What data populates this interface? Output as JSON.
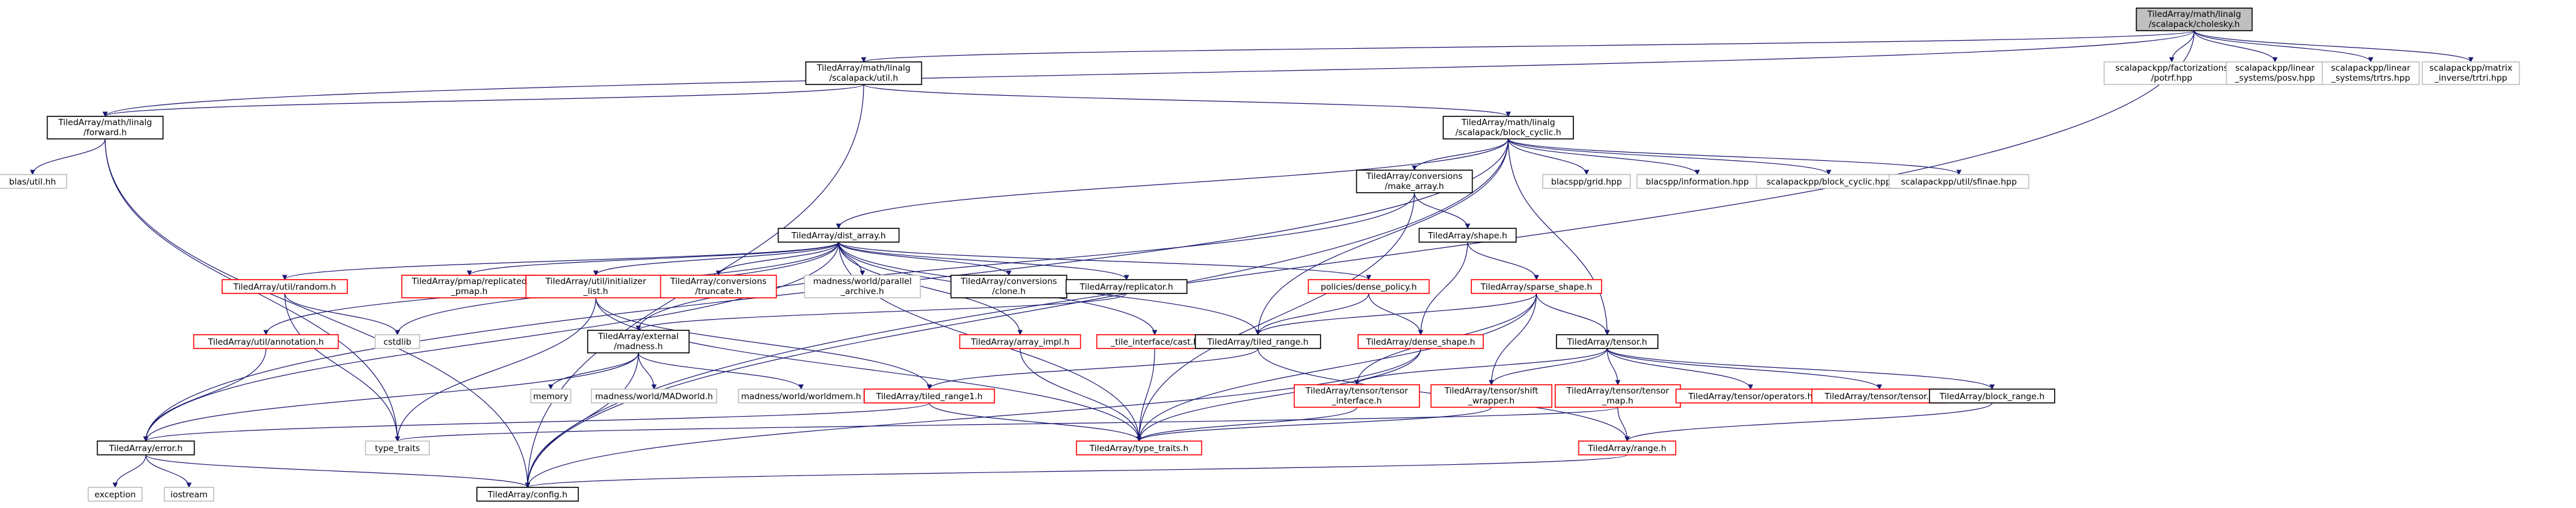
{
  "colors": {
    "edge": "#191970",
    "root_fill": "#bfbfbf",
    "documented_border": "#000000",
    "truncated_border": "#ff0000",
    "external_border": "#bfbfbf"
  },
  "nodes": {
    "cholesky": {
      "lines": [
        "TiledArray/math/linalg",
        "/scalapack/cholesky.h"
      ],
      "kind": "root"
    },
    "util": {
      "lines": [
        "TiledArray/math/linalg",
        "/scalapack/util.h"
      ],
      "kind": "black"
    },
    "forward": {
      "lines": [
        "TiledArray/math/linalg",
        "/forward.h"
      ],
      "kind": "black"
    },
    "block_cyclic": {
      "lines": [
        "TiledArray/math/linalg",
        "/scalapack/block_cyclic.h"
      ],
      "kind": "black"
    },
    "potrf": {
      "lines": [
        "scalapackpp/factorizations",
        "/potrf.hpp"
      ],
      "kind": "grey"
    },
    "posv": {
      "lines": [
        "scalapackpp/linear",
        "_systems/posv.hpp"
      ],
      "kind": "grey"
    },
    "trtrs": {
      "lines": [
        "scalapackpp/linear",
        "_systems/trtrs.hpp"
      ],
      "kind": "grey"
    },
    "trtri": {
      "lines": [
        "scalapackpp/matrix",
        "_inverse/trtri.hpp"
      ],
      "kind": "grey"
    },
    "blas_util": {
      "lines": [
        "blas/util.hh"
      ],
      "kind": "grey"
    },
    "make_array": {
      "lines": [
        "TiledArray/conversions",
        "/make_array.h"
      ],
      "kind": "black"
    },
    "blacspp_grid": {
      "lines": [
        "blacspp/grid.hpp"
      ],
      "kind": "grey"
    },
    "blacspp_info": {
      "lines": [
        "blacspp/information.hpp"
      ],
      "kind": "grey"
    },
    "sp_block_cyclic": {
      "lines": [
        "scalapackpp/block_cyclic.hpp"
      ],
      "kind": "grey"
    },
    "sp_cxxblacs": {
      "lines": [
        "scalapackpp/util/sfinae.hpp"
      ],
      "kind": "grey"
    },
    "dist_array": {
      "lines": [
        "TiledArray/dist_array.h"
      ],
      "kind": "black"
    },
    "shape": {
      "lines": [
        "TiledArray/shape.h"
      ],
      "kind": "black"
    },
    "util_random": {
      "lines": [
        "TiledArray/util/random.h"
      ],
      "kind": "red"
    },
    "pmap_replicated": {
      "lines": [
        "TiledArray/pmap/replicated",
        "_pmap.h"
      ],
      "kind": "red"
    },
    "initializer_list": {
      "lines": [
        "TiledArray/util/initializer",
        "_list.h"
      ],
      "kind": "red"
    },
    "conv_truncate": {
      "lines": [
        "TiledArray/conversions",
        "/truncate.h"
      ],
      "kind": "red"
    },
    "parallel_archive": {
      "lines": [
        "madness/world/parallel",
        "_archive.h"
      ],
      "kind": "grey"
    },
    "conv_clone": {
      "lines": [
        "TiledArray/conversions",
        "/clone.h"
      ],
      "kind": "black"
    },
    "replicator": {
      "lines": [
        "TiledArray/replicator.h"
      ],
      "kind": "black"
    },
    "dense_policy": {
      "lines": [
        "policies/dense_policy.h"
      ],
      "kind": "red"
    },
    "sparse_shape": {
      "lines": [
        "TiledArray/sparse_shape.h"
      ],
      "kind": "red"
    },
    "cstdlib": {
      "lines": [
        "cstdlib"
      ],
      "kind": "grey"
    },
    "annotation": {
      "lines": [
        "TiledArray/util/annotation.h"
      ],
      "kind": "red"
    },
    "ext_madness": {
      "lines": [
        "TiledArray/external",
        "/madness.h"
      ],
      "kind": "black"
    },
    "array_impl": {
      "lines": [
        "TiledArray/array_impl.h"
      ],
      "kind": "red"
    },
    "tile_interface_cast": {
      "lines": [
        "_tile_interface/cast.h"
      ],
      "kind": "red"
    },
    "tiled_range": {
      "lines": [
        "TiledArray/tiled_range.h"
      ],
      "kind": "black"
    },
    "dense_shape": {
      "lines": [
        "TiledArray/dense_shape.h"
      ],
      "kind": "red"
    },
    "tensor": {
      "lines": [
        "TiledArray/tensor.h"
      ],
      "kind": "black"
    },
    "memory": {
      "lines": [
        "memory"
      ],
      "kind": "grey"
    },
    "madworld": {
      "lines": [
        "madness/world/MADworld.h"
      ],
      "kind": "grey"
    },
    "worldmem": {
      "lines": [
        "madness/world/worldmem.h"
      ],
      "kind": "grey"
    },
    "tiled_range1": {
      "lines": [
        "TiledArray/tiled_range1.h"
      ],
      "kind": "red"
    },
    "tensor_interface": {
      "lines": [
        "TiledArray/tensor/tensor",
        "_interface.h"
      ],
      "kind": "red"
    },
    "tensor_shift": {
      "lines": [
        "TiledArray/tensor/shift",
        "_wrapper.h"
      ],
      "kind": "red"
    },
    "tensor_map": {
      "lines": [
        "TiledArray/tensor/tensor",
        "_map.h"
      ],
      "kind": "red"
    },
    "tensor_operators": {
      "lines": [
        "TiledArray/tensor/operators.h"
      ],
      "kind": "red"
    },
    "tensor_tensor": {
      "lines": [
        "TiledArray/tensor/tensor.h"
      ],
      "kind": "red"
    },
    "block_range": {
      "lines": [
        "TiledArray/block_range.h"
      ],
      "kind": "black"
    },
    "error": {
      "lines": [
        "TiledArray/error.h"
      ],
      "kind": "black"
    },
    "type_traits_std": {
      "lines": [
        "type_traits"
      ],
      "kind": "grey"
    },
    "ta_type_traits": {
      "lines": [
        "TiledArray/type_traits.h"
      ],
      "kind": "red"
    },
    "range": {
      "lines": [
        "TiledArray/range.h"
      ],
      "kind": "red"
    },
    "exception": {
      "lines": [
        "exception"
      ],
      "kind": "grey"
    },
    "iostream": {
      "lines": [
        "iostream"
      ],
      "kind": "grey"
    },
    "config": {
      "lines": [
        "TiledArray/config.h"
      ],
      "kind": "black"
    }
  },
  "edges": [
    [
      "cholesky",
      "util"
    ],
    [
      "cholesky",
      "forward"
    ],
    [
      "cholesky",
      "potrf"
    ],
    [
      "cholesky",
      "posv"
    ],
    [
      "cholesky",
      "trtrs"
    ],
    [
      "cholesky",
      "trtri"
    ],
    [
      "cholesky",
      "config"
    ],
    [
      "util",
      "forward"
    ],
    [
      "util",
      "block_cyclic"
    ],
    [
      "util",
      "config"
    ],
    [
      "forward",
      "blas_util"
    ],
    [
      "forward",
      "type_traits_std"
    ],
    [
      "forward",
      "config"
    ],
    [
      "block_cyclic",
      "dist_array"
    ],
    [
      "block_cyclic",
      "make_array"
    ],
    [
      "block_cyclic",
      "tiled_range"
    ],
    [
      "block_cyclic",
      "tensor"
    ],
    [
      "block_cyclic",
      "error"
    ],
    [
      "block_cyclic",
      "blacspp_grid"
    ],
    [
      "block_cyclic",
      "blacspp_info"
    ],
    [
      "block_cyclic",
      "sp_block_cyclic"
    ],
    [
      "block_cyclic",
      "sp_cxxblacs"
    ],
    [
      "block_cyclic",
      "config"
    ],
    [
      "make_array",
      "shape"
    ],
    [
      "make_array",
      "ext_madness"
    ],
    [
      "make_array",
      "ta_type_traits"
    ],
    [
      "dist_array",
      "annotation"
    ],
    [
      "dist_array",
      "util_random"
    ],
    [
      "dist_array",
      "cstdlib"
    ],
    [
      "dist_array",
      "pmap_replicated"
    ],
    [
      "dist_array",
      "initializer_list"
    ],
    [
      "dist_array",
      "conv_truncate"
    ],
    [
      "dist_array",
      "parallel_archive"
    ],
    [
      "dist_array",
      "conv_clone"
    ],
    [
      "dist_array",
      "replicator"
    ],
    [
      "dist_array",
      "dense_policy"
    ],
    [
      "dist_array",
      "array_impl"
    ],
    [
      "dist_array",
      "tile_interface_cast"
    ],
    [
      "dist_array",
      "tiled_range"
    ],
    [
      "dist_array",
      "error"
    ],
    [
      "dist_array",
      "ta_type_traits"
    ],
    [
      "shape",
      "sparse_shape"
    ],
    [
      "shape",
      "dense_shape"
    ],
    [
      "sparse_shape",
      "tiled_range"
    ],
    [
      "sparse_shape",
      "tensor"
    ],
    [
      "sparse_shape",
      "tensor_interface"
    ],
    [
      "sparse_shape",
      "tensor_shift"
    ],
    [
      "sparse_shape",
      "ta_type_traits"
    ],
    [
      "dense_policy",
      "tiled_range"
    ],
    [
      "dense_policy",
      "dense_shape"
    ],
    [
      "replicator",
      "ext_madness"
    ],
    [
      "util_random",
      "cstdlib"
    ],
    [
      "util_random",
      "type_traits_std"
    ],
    [
      "initializer_list",
      "type_traits_std"
    ],
    [
      "initializer_list",
      "tiled_range1"
    ],
    [
      "initializer_list",
      "ta_type_traits"
    ],
    [
      "annotation",
      "error"
    ],
    [
      "ext_madness",
      "memory"
    ],
    [
      "ext_madness",
      "madworld"
    ],
    [
      "ext_madness",
      "worldmem"
    ],
    [
      "ext_madness",
      "error"
    ],
    [
      "ext_madness",
      "config"
    ],
    [
      "array_impl",
      "ta_type_traits"
    ],
    [
      "tile_interface_cast",
      "ta_type_traits"
    ],
    [
      "tiled_range",
      "tiled_range1"
    ],
    [
      "tiled_range",
      "range"
    ],
    [
      "dense_shape",
      "ta_type_traits"
    ],
    [
      "dense_shape",
      "config"
    ],
    [
      "tensor",
      "tensor_interface"
    ],
    [
      "tensor",
      "tensor_shift"
    ],
    [
      "tensor",
      "tensor_map"
    ],
    [
      "tensor",
      "tensor_operators"
    ],
    [
      "tensor",
      "tensor_tensor"
    ],
    [
      "tensor",
      "block_range"
    ],
    [
      "tiled_range1",
      "error"
    ],
    [
      "tiled_range1",
      "ta_type_traits"
    ],
    [
      "tensor_interface",
      "ta_type_traits"
    ],
    [
      "tensor_shift",
      "ta_type_traits"
    ],
    [
      "tensor_map",
      "range"
    ],
    [
      "tensor_map",
      "type_traits_std"
    ],
    [
      "block_range",
      "range"
    ],
    [
      "error",
      "exception"
    ],
    [
      "error",
      "iostream"
    ],
    [
      "error",
      "config"
    ],
    [
      "range",
      "config"
    ]
  ]
}
